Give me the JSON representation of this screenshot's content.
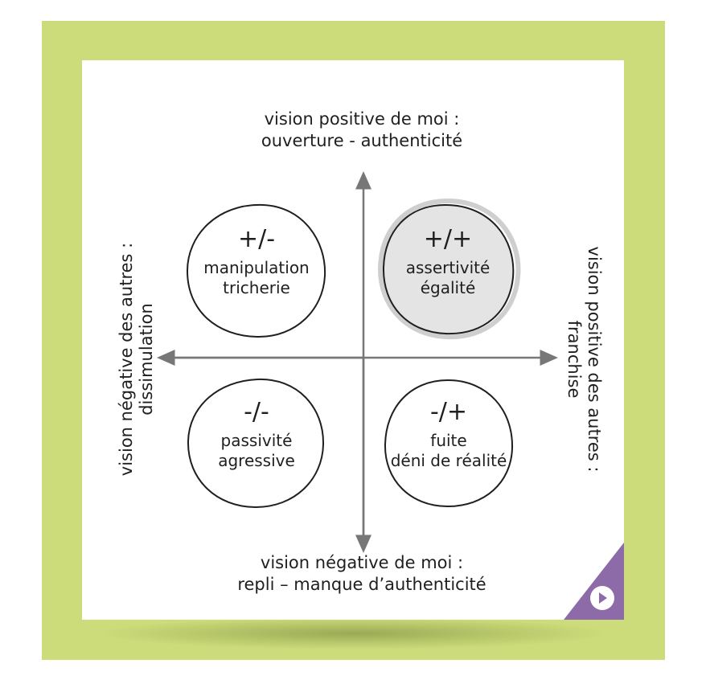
{
  "axes": {
    "top": {
      "line1": "vision positive de moi :",
      "line2": "ouverture - authenticité"
    },
    "bottom": {
      "line1": "vision négative de moi :",
      "line2": "repli – manque d’authenticité"
    },
    "left": {
      "line1": "vision négative des autres :",
      "line2": "dissimulation"
    },
    "right": {
      "line1": "vision positive des autres :",
      "line2": "franchise"
    }
  },
  "quadrants": {
    "top_left": {
      "symbol": "+/-",
      "line1": "manipulation",
      "line2": "tricherie"
    },
    "top_right": {
      "symbol": "+/+",
      "line1": "assertivité",
      "line2": "égalité"
    },
    "bottom_left": {
      "symbol": "-/-",
      "line1": "passivité",
      "line2": "agressive"
    },
    "bottom_right": {
      "symbol": "-/+",
      "line1": "fuite",
      "line2": "déni de réalité"
    }
  },
  "colors": {
    "frame": "#cddc7a",
    "highlight_fill": "#e4e4e4",
    "corner_badge": "#8d6aa8"
  },
  "icons": {
    "corner": "play-icon"
  }
}
